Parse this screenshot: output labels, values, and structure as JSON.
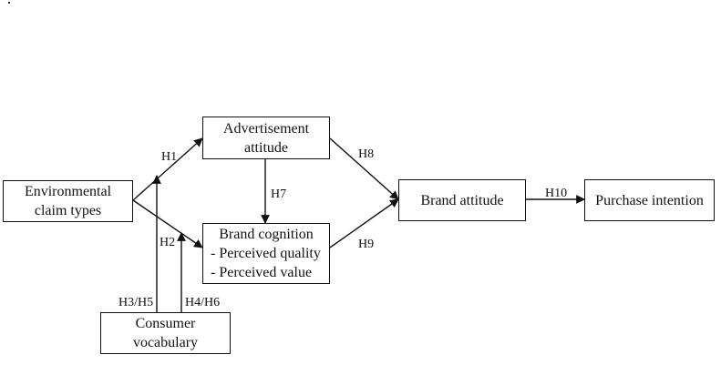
{
  "nodes": {
    "environmental": {
      "line1": "Environmental",
      "line2": "claim types"
    },
    "advertisement": {
      "line1": "Advertisement",
      "line2": "attitude"
    },
    "brand_cognition": {
      "title": "Brand cognition",
      "item1": "- Perceived quality",
      "item2": "- Perceived value"
    },
    "brand_attitude": {
      "label": "Brand attitude"
    },
    "purchase_intention": {
      "label": "Purchase intention"
    },
    "consumer_vocabulary": {
      "line1": "Consumer",
      "line2": "vocabulary"
    }
  },
  "paths": {
    "h1": "H1",
    "h2": "H2",
    "h3h5": "H3/H5",
    "h4h6": "H4/H6",
    "h7": "H7",
    "h8": "H8",
    "h9": "H9",
    "h10": "H10"
  },
  "colors": {
    "line": "#111111",
    "background": "#ffffff"
  }
}
